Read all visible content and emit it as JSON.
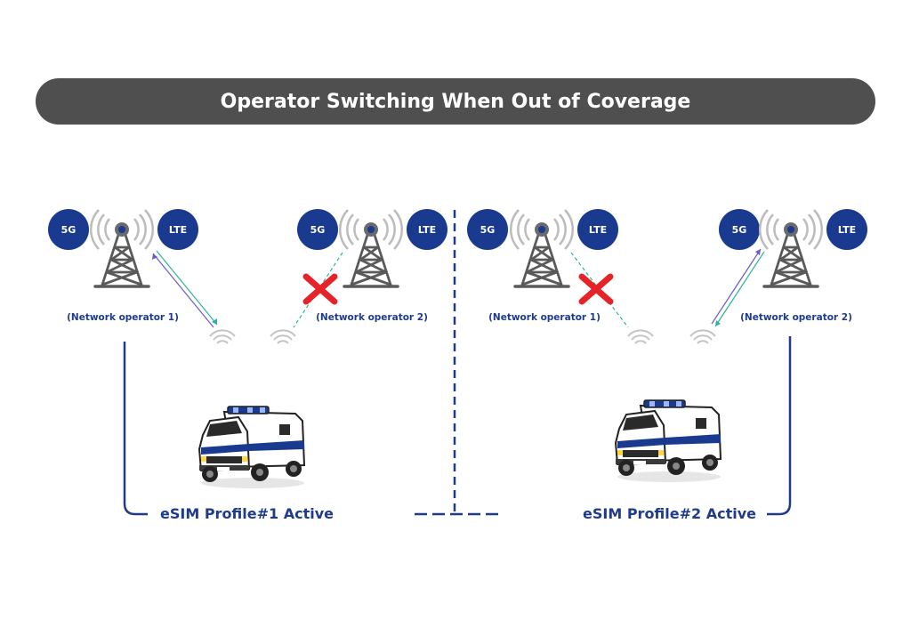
{
  "title": "Operator Switching When Out of Coverage",
  "badges": {
    "five_g": "5G",
    "lte": "LTE"
  },
  "operators": {
    "op1": "(Network operator 1)",
    "op2": "(Network operator 2)"
  },
  "profiles": {
    "left": "eSIM Profile#1 Active",
    "right": "eSIM Profile#2 Active"
  },
  "colors": {
    "title_bg": "#4f4f4f",
    "brand_blue": "#1f3b8c",
    "badge_blue": "#1a3a8f",
    "cross_red": "#e5242a",
    "signal_teal": "#2bb59a",
    "signal_purple": "#6a5acd",
    "tower_gray": "#5a5a5a"
  },
  "icons": [
    "cell-tower-icon",
    "ambulance-icon",
    "wifi-signal-icon",
    "cross-mark-icon"
  ]
}
